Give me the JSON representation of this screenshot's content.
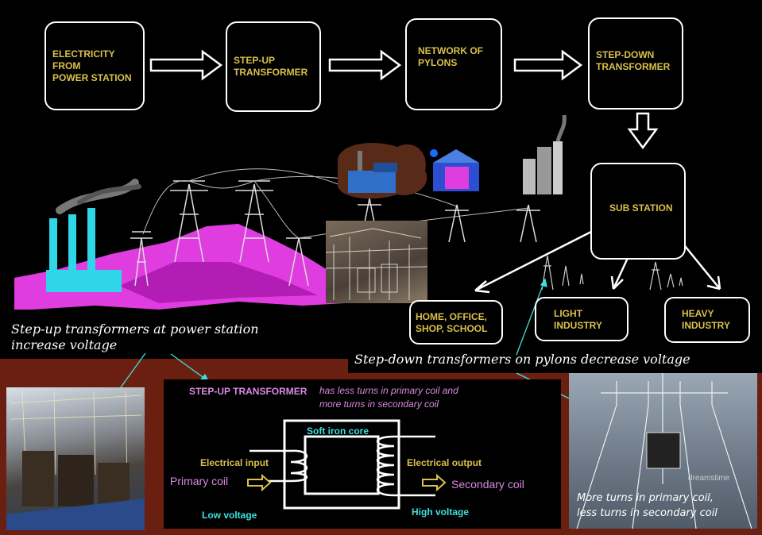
{
  "flow": {
    "box1": "ELECTRICITY\nFROM\nPOWER STATION",
    "box2": "STEP-UP\nTRANSFORMER",
    "box3": "NETWORK OF\nPYLONS",
    "box4": "STEP-DOWN\nTRANSFORMER",
    "box5": "SUB STATION"
  },
  "destinations": {
    "home": "HOME, OFFICE,\nSHOP, SCHOOL",
    "light": "LIGHT\nINDUSTRY",
    "heavy": "HEAVY\nINDUSTRY"
  },
  "captions": {
    "step_up": "Step-up transformers at power station\n increase voltage",
    "step_down": "Step-down transformers on pylons decrease voltage",
    "photo_right": "More turns in primary coil,\nless turns in secondary coil"
  },
  "transformer": {
    "title": "STEP-UP TRANSFORMER",
    "description": "has less turns in primary coil and\nmore turns in secondary coil",
    "core": "Soft iron core",
    "input": "Electrical  input",
    "primary": "Primary coil",
    "low": "Low voltage",
    "output": "Electrical output",
    "secondary": "Secondary coil",
    "high": "High voltage"
  },
  "watermark": "dreamstime",
  "colors": {
    "box_text": "#d9c04a",
    "magenta": "#ff33ff",
    "cyan": "#3fe0e0",
    "pink": "#d98ae0",
    "border": "#6b1f10"
  }
}
